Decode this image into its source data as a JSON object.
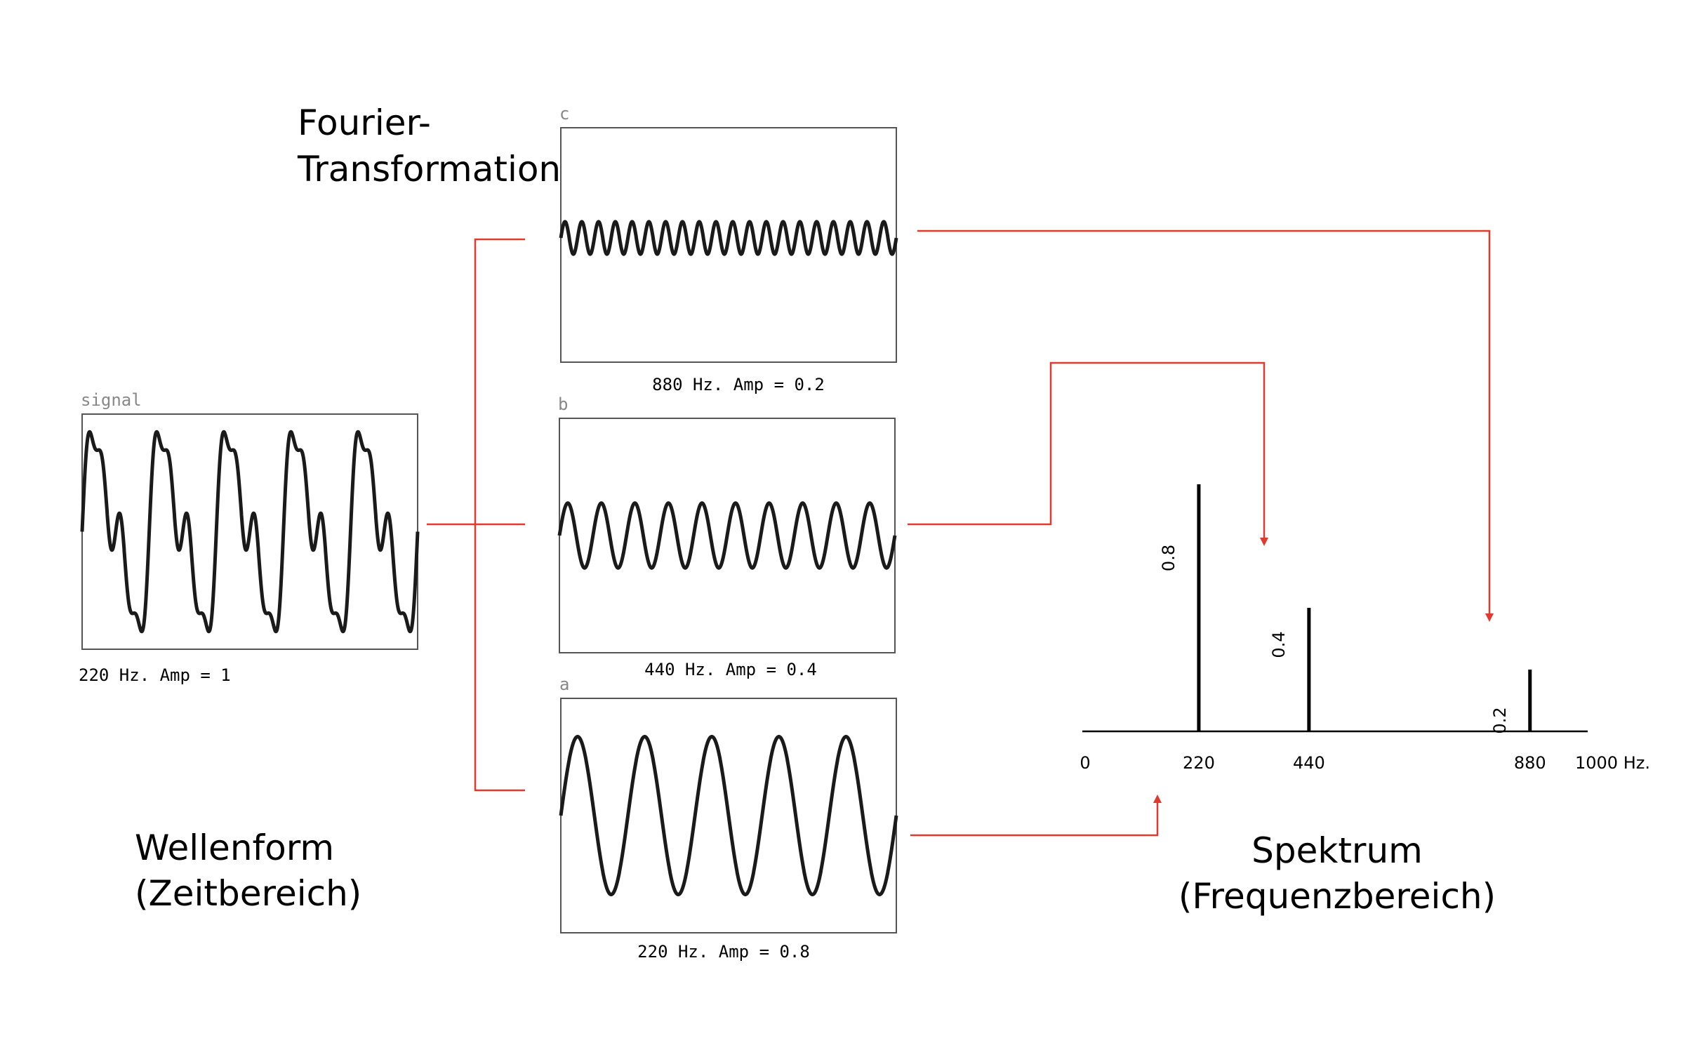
{
  "headings": {
    "fourier_line1": "Fourier-",
    "fourier_line2": "Transformation",
    "waveform_line1": "Wellenform",
    "waveform_line2": "(Zeitbereich)",
    "spectrum_line1": "Spektrum",
    "spectrum_line2": "(Frequenzbereich)"
  },
  "signal": {
    "label": "signal",
    "caption": "220 Hz. Amp = 1",
    "cycles": 5
  },
  "components": [
    {
      "id": "c",
      "label": "c",
      "caption": "880 Hz. Amp = 0.2",
      "frequency": 880,
      "amplitude": 0.2,
      "cycles": 20
    },
    {
      "id": "b",
      "label": "b",
      "caption": "440 Hz. Amp = 0.4",
      "frequency": 440,
      "amplitude": 0.4,
      "cycles": 10
    },
    {
      "id": "a",
      "label": "a",
      "caption": "220 Hz. Amp = 0.8",
      "frequency": 220,
      "amplitude": 0.8,
      "cycles": 5
    }
  ],
  "spectrum": {
    "ticks": [
      "0",
      "220",
      "440",
      "880",
      "1000 Hz."
    ],
    "bars": [
      {
        "frequency": 220,
        "amplitude": 0.8,
        "label": "0.8"
      },
      {
        "frequency": 440,
        "amplitude": 0.4,
        "label": "0.4"
      },
      {
        "frequency": 880,
        "amplitude": 0.2,
        "label": "0.2"
      }
    ],
    "xlim": [
      0,
      1000
    ]
  },
  "colors": {
    "connector": "#e03a2e",
    "wave": "#1a1a1a",
    "frame": "#555555"
  }
}
